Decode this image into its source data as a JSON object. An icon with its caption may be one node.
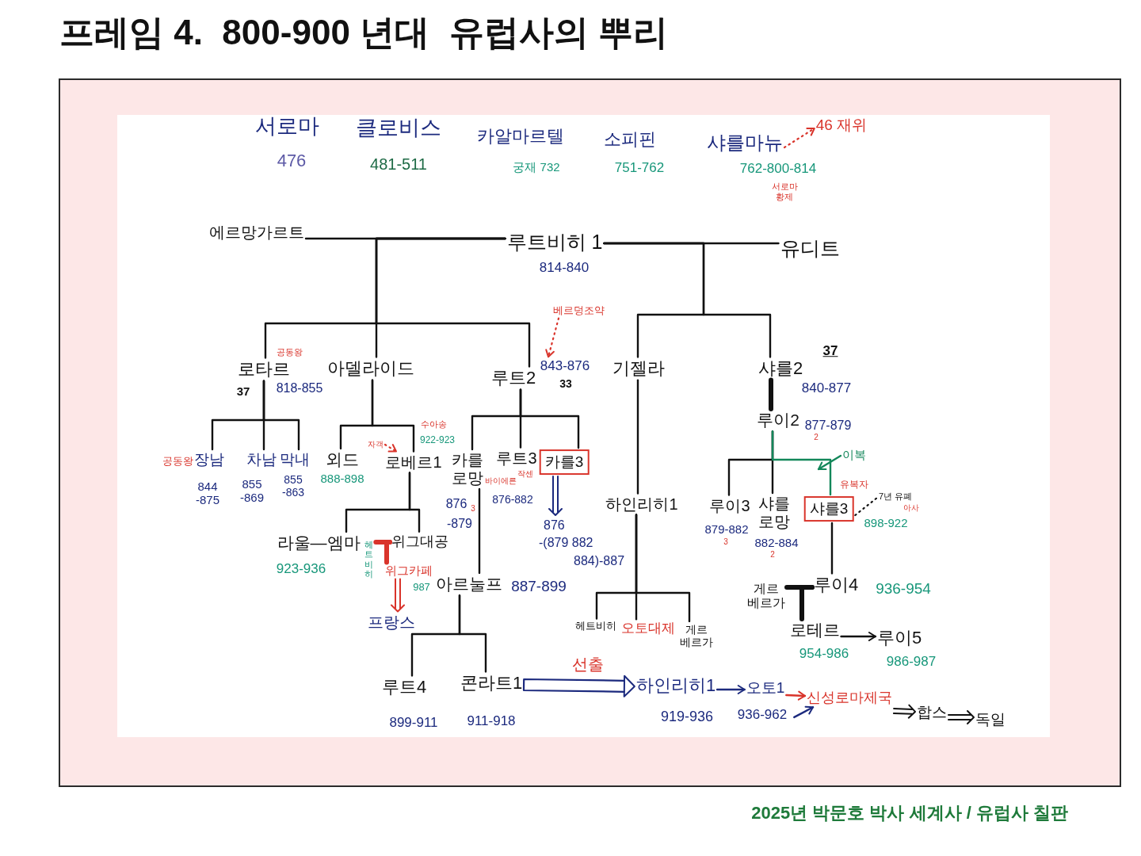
{
  "diagram": {
    "title": "프레임 4.  800-900 년대  유럽사의 뿌리",
    "caption": "2025년 박문호 박사 세계사 / 유럽사 칠판",
    "nodes": [
      {
        "text": [
          "샤를마뉴"
        ],
        "beside": [
          "762-800-814",
          "서로마 황제"
        ]
      },
      {
        "text": [
          "46 재위"
        ]
      },
      {
        "text": [
          "에르망가르트"
        ]
      },
      {
        "text": [
          "루트비히 1"
        ],
        "beside": [
          "814-840"
        ]
      },
      {
        "text": [
          "유디트"
        ]
      },
      {
        "text": [
          "베르덩조약"
        ]
      },
      {
        "text": [
          "로타르"
        ],
        "beside": [
          "공동왕",
          "37",
          "818-855"
        ]
      },
      {
        "text": [
          "아델라이드"
        ]
      },
      {
        "text": [
          "루트2"
        ]
      },
      {
        "text": [
          "843-876"
        ],
        "beside": [
          "33"
        ]
      },
      {
        "text": [
          "기젤라"
        ]
      },
      {
        "text": [
          "샤를2"
        ],
        "beside": [
          "37",
          "840-877"
        ]
      },
      {
        "text": [
          "루이2"
        ],
        "beside": [
          "877-879",
          "2"
        ]
      },
      {
        "text": [
          "장남"
        ],
        "beside": [
          "공동왕",
          "844 -875"
        ]
      },
      {
        "text": [
          "차남"
        ],
        "beside": [
          "855 -869"
        ]
      },
      {
        "text": [
          "막내"
        ],
        "beside": [
          "855 -863"
        ]
      },
      {
        "text": [
          "외드"
        ],
        "beside": [
          "888-898"
        ]
      },
      {
        "text": [
          "자객"
        ]
      },
      {
        "text": [
          "로베르1"
        ],
        "beside": [
          "수아송",
          "922-923"
        ]
      },
      {
        "text": [
          "카를 로망"
        ],
        "beside": [
          "바이에른",
          "876",
          "3",
          "-879"
        ]
      },
      {
        "text": [
          "루트3"
        ],
        "beside": [
          "작센",
          "876-882"
        ]
      },
      {
        "text": [
          "카를3"
        ]
      },
      {
        "text": [
          "876 -(879 882 884)-887"
        ]
      },
      {
        "text": [
          "이복"
        ]
      },
      {
        "text": [
          "루이3"
        ],
        "beside": [
          "879-882",
          "3"
        ]
      },
      {
        "text": [
          "샤를 로망"
        ],
        "beside": [
          "882-884",
          "2"
        ]
      },
      {
        "text": [
          "샤를3"
        ],
        "beside": [
          "유복자",
          "898-922"
        ]
      },
      {
        "text": [
          "7년 유폐"
        ],
        "beside": [
          "아사"
        ]
      },
      {
        "text": [
          "하인리히1"
        ]
      },
      {
        "text": [
          "라울—엠마"
        ],
        "beside": [
          "923-936"
        ]
      },
      {
        "text": [
          "헤트비히"
        ]
      },
      {
        "text": [
          "위그대공"
        ]
      },
      {
        "text": [
          "위그카페"
        ],
        "beside": [
          "987"
        ]
      },
      {
        "text": [
          "아르눌프"
        ],
        "beside": [
          "887-899"
        ]
      },
      {
        "text": [
          "게르 베르가"
        ]
      },
      {
        "text": [
          "루이4"
        ],
        "beside": [
          "936-954"
        ]
      },
      {
        "text": [
          "프랑스"
        ]
      },
      {
        "text": [
          "헤트비히"
        ]
      },
      {
        "text": [
          "오토대제"
        ]
      },
      {
        "text": [
          "게르 베르가"
        ]
      },
      {
        "text": [
          "로테르"
        ],
        "beside": [
          "954-986"
        ]
      },
      {
        "text": [
          "루이5"
        ],
        "beside": [
          "986-987"
        ]
      },
      {
        "text": [
          "루트4"
        ],
        "beside": [
          "899-911"
        ]
      },
      {
        "text": [
          "콘라트1"
        ],
        "beside": [
          "911-918"
        ]
      },
      {
        "text": [
          "하인리히1"
        ],
        "beside": [
          "919-936"
        ]
      },
      {
        "text": [
          "오토1"
        ],
        "beside": [
          "936-962"
        ]
      },
      {
        "text": [
          "신성로마제국"
        ]
      },
      {
        "text": [
          "합스"
        ]
      },
      {
        "text": [
          "독일"
        ]
      }
    ],
    "edges": [
      {
        "from": 0,
        "to": 1,
        "arrow": "to",
        "style": "dashed",
        "color": "#d9342b"
      },
      {
        "from": 2,
        "to": 3,
        "arrow": "none"
      },
      {
        "from": 3,
        "to": 4,
        "arrow": "none"
      },
      {
        "from": 3,
        "to": 6,
        "arrow": "none"
      },
      {
        "from": 3,
        "to": 7,
        "arrow": "none"
      },
      {
        "from": 3,
        "to": 8,
        "arrow": "none"
      },
      {
        "from": 3,
        "to": 10,
        "arrow": "none"
      },
      {
        "from": 3,
        "to": 11,
        "arrow": "none"
      },
      {
        "from": 5,
        "to": 9,
        "arrow": "to",
        "style": "dashed",
        "color": "#d9342b"
      },
      {
        "from": 6,
        "to": 13,
        "arrow": "none"
      },
      {
        "from": 6,
        "to": 14,
        "arrow": "none"
      },
      {
        "from": 6,
        "to": 15,
        "arrow": "none"
      },
      {
        "from": 7,
        "to": 16,
        "arrow": "none"
      },
      {
        "from": 7,
        "to": 18,
        "arrow": "none"
      },
      {
        "from": 8,
        "to": 19,
        "arrow": "none"
      },
      {
        "from": 8,
        "to": 20,
        "arrow": "none"
      },
      {
        "from": 8,
        "to": 21,
        "arrow": "none"
      },
      {
        "from": 17,
        "to": 18,
        "arrow": "to",
        "style": "dashed",
        "color": "#d9342b"
      },
      {
        "from": 11,
        "to": 12,
        "arrow": "none",
        "style": "thick"
      },
      {
        "from": 21,
        "to": 22,
        "arrow": "to",
        "color": "#1c2a7e"
      },
      {
        "from": 12,
        "to": 24,
        "arrow": "none"
      },
      {
        "from": 12,
        "to": 25,
        "arrow": "none"
      },
      {
        "from": 12,
        "to": 26,
        "arrow": "none",
        "color": "#13875a"
      },
      {
        "from": 23,
        "to": null,
        "arrow": "to",
        "color": "#13875a"
      },
      {
        "from": 26,
        "to": 27,
        "arrow": "none",
        "style": "dashed"
      },
      {
        "from": 18,
        "to": 29,
        "arrow": "none"
      },
      {
        "from": 18,
        "to": 31,
        "arrow": "none"
      },
      {
        "from": 30,
        "to": 31,
        "arrow": "none",
        "style": "thick",
        "color": "#d9342b"
      },
      {
        "from": 31,
        "to": 32,
        "arrow": "none",
        "style": "thick",
        "color": "#d9342b"
      },
      {
        "from": 32,
        "to": 36,
        "arrow": "to",
        "color": "#d9342b"
      },
      {
        "from": 19,
        "to": 33,
        "arrow": "none"
      },
      {
        "from": 10,
        "to": 28,
        "arrow": "none"
      },
      {
        "from": 26,
        "to": 35,
        "arrow": "none"
      },
      {
        "from": 34,
        "to": 35,
        "arrow": "none",
        "style": "thick"
      },
      {
        "from": 35,
        "to": 40,
        "arrow": "none",
        "style": "thick"
      },
      {
        "from": 28,
        "to": 37,
        "arrow": "none"
      },
      {
        "from": 28,
        "to": 38,
        "arrow": "none"
      },
      {
        "from": 28,
        "to": 39,
        "arrow": "none"
      },
      {
        "from": 40,
        "to": 41,
        "arrow": "to"
      },
      {
        "from": 33,
        "to": 42,
        "arrow": "none"
      },
      {
        "from": 33,
        "to": 43,
        "arrow": "none"
      },
      {
        "from": 43,
        "to": 44,
        "arrow": "to",
        "label": "선출",
        "color": "#1c2a7e"
      },
      {
        "from": 44,
        "to": 45,
        "arrow": "to",
        "color": "#1c2a7e"
      },
      {
        "from": 45,
        "to": 46,
        "arrow": "to",
        "color": "#d9342b"
      },
      {
        "from": 45,
        "to": 46,
        "arrow": "to",
        "color": "#1c2a7e"
      },
      {
        "from": 46,
        "to": 47,
        "arrow": "to"
      },
      {
        "from": 47,
        "to": 48,
        "arrow": "to"
      }
    ],
    "labels": [
      "서로마",
      "476",
      "클로비스",
      "481-511",
      "카알마르텔",
      "궁재 732",
      "소피핀",
      "751-762"
    ]
  }
}
